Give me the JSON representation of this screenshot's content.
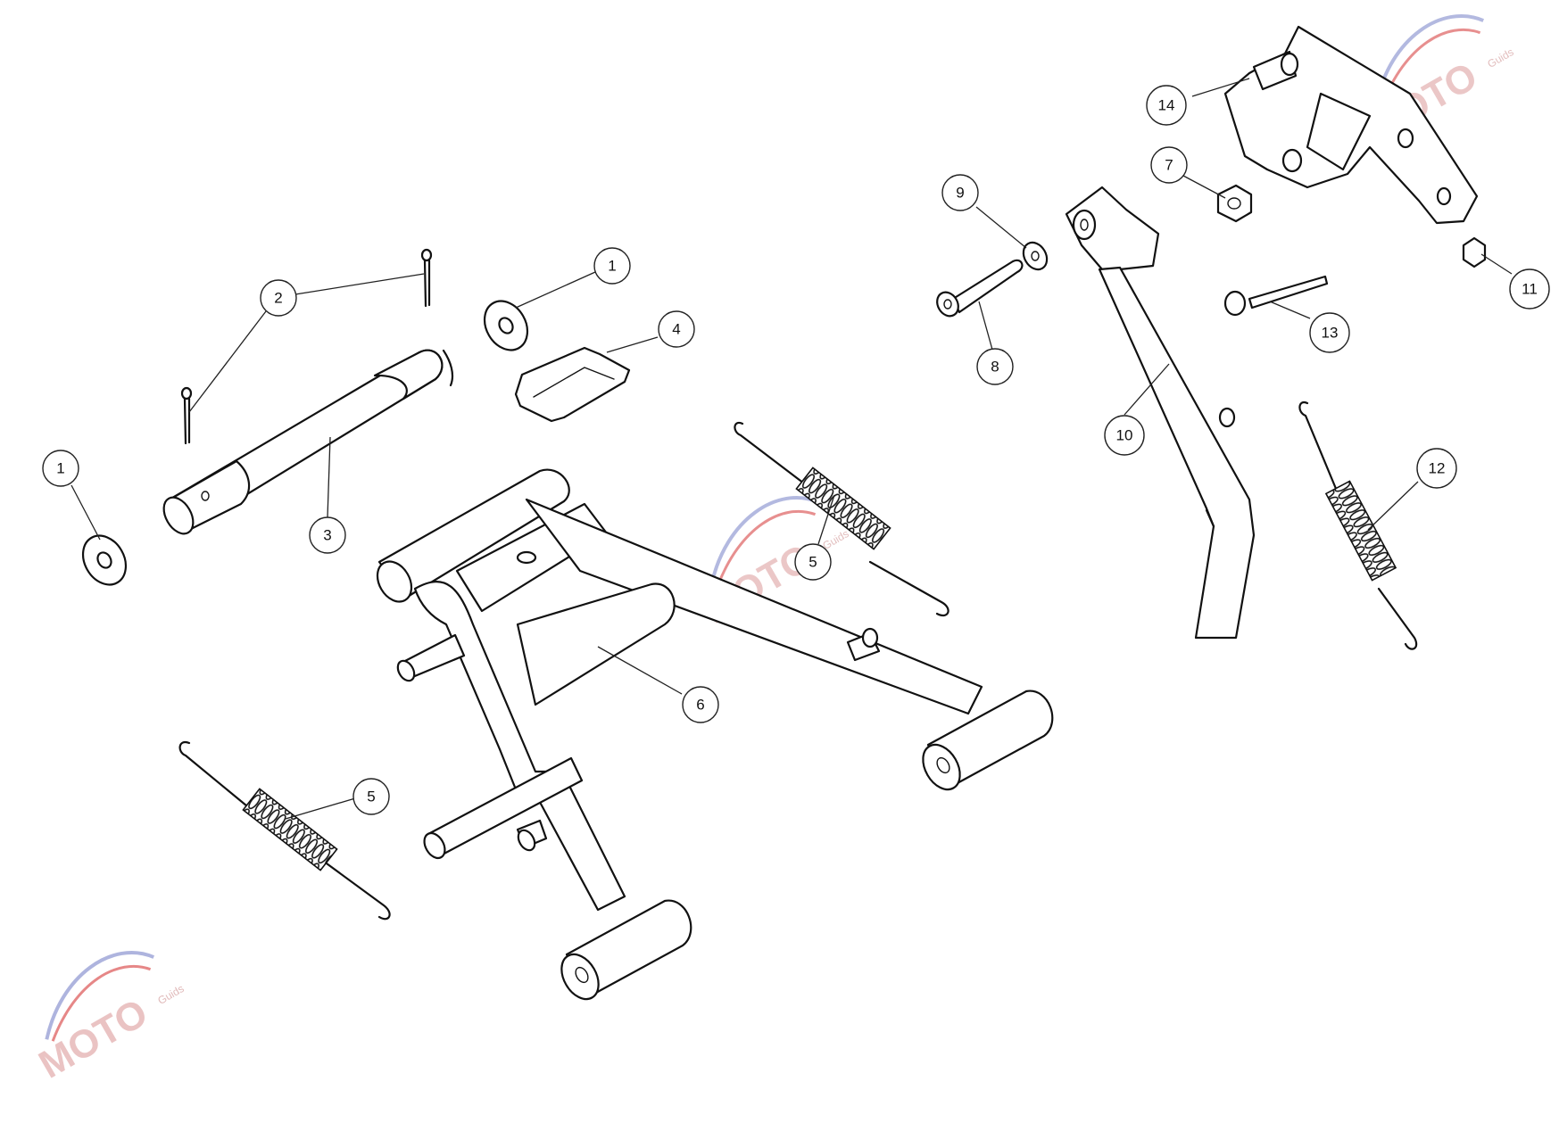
{
  "watermark": {
    "brand": "MOTO",
    "tagline": "Guids",
    "colors": {
      "swoosh_red": "#e06a6a",
      "swoosh_blue": "#9aa2d6",
      "gear": "#c9b8b8"
    }
  },
  "callouts": [
    {
      "id": "c1a",
      "label": "1"
    },
    {
      "id": "c1b",
      "label": "1"
    },
    {
      "id": "c2",
      "label": "2"
    },
    {
      "id": "c3",
      "label": "3"
    },
    {
      "id": "c4",
      "label": "4"
    },
    {
      "id": "c5a",
      "label": "5"
    },
    {
      "id": "c5b",
      "label": "5"
    },
    {
      "id": "c6",
      "label": "6"
    },
    {
      "id": "c7",
      "label": "7"
    },
    {
      "id": "c8",
      "label": "8"
    },
    {
      "id": "c9",
      "label": "9"
    },
    {
      "id": "c10",
      "label": "10"
    },
    {
      "id": "c11",
      "label": "11"
    },
    {
      "id": "c12",
      "label": "12"
    },
    {
      "id": "c13",
      "label": "13"
    },
    {
      "id": "c14",
      "label": "14"
    }
  ]
}
